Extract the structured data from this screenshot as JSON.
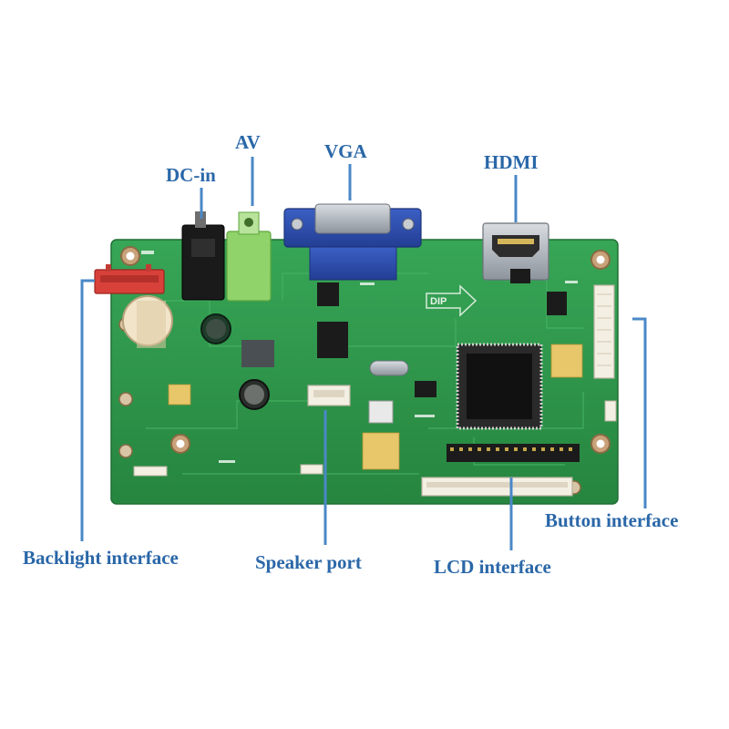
{
  "labels": {
    "av": "AV",
    "dc_in": "DC-in",
    "vga": "VGA",
    "hdmi": "HDMI",
    "backlight": "Backlight interface",
    "speaker": "Speaker port",
    "lcd": "LCD interface",
    "button": "Button interface"
  },
  "board_markings": {
    "dip": "DIP"
  },
  "colors": {
    "label_text": "#2a67a8",
    "leader_line": "#4a88c7",
    "pcb": "#2f9a4d",
    "vga_connector": "#2d4fb0",
    "av_jack": "#8fd36a",
    "dc_jack": "#1a1a1a",
    "backlight_connector": "#d8413a"
  }
}
